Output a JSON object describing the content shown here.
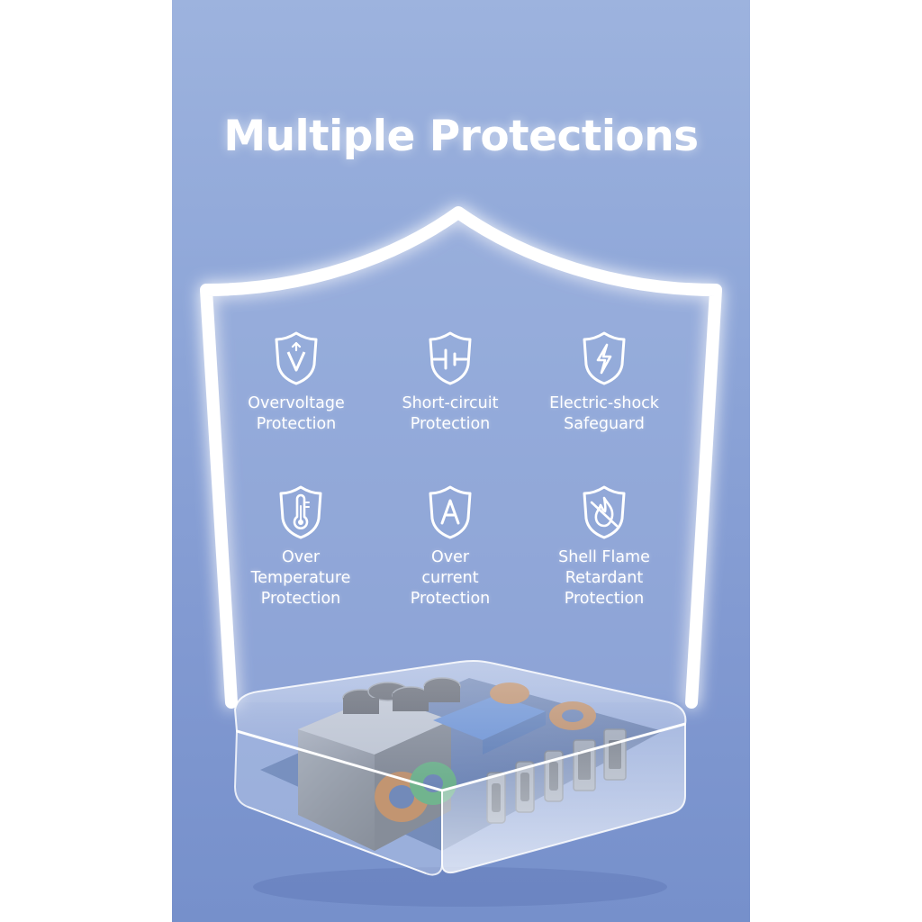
{
  "headline": "Multiple Protections",
  "colors": {
    "panel_top": "#9db3de",
    "panel_bottom": "#7690cb",
    "text": "#ffffff"
  },
  "features": [
    {
      "icon": "shield-v-icon",
      "label": "Overvoltage\nProtection"
    },
    {
      "icon": "shield-circuit-icon",
      "label": "Short-circuit\nProtection"
    },
    {
      "icon": "shield-lightning-icon",
      "label": "Electric-shock\nSafeguard"
    },
    {
      "icon": "shield-thermometer-icon",
      "label": "Over\nTemperature\nProtection"
    },
    {
      "icon": "shield-a-icon",
      "label": "Over\ncurrent\nProtection"
    },
    {
      "icon": "shield-flame-icon",
      "label": "Shell Flame\nRetardant\nProtection"
    }
  ]
}
